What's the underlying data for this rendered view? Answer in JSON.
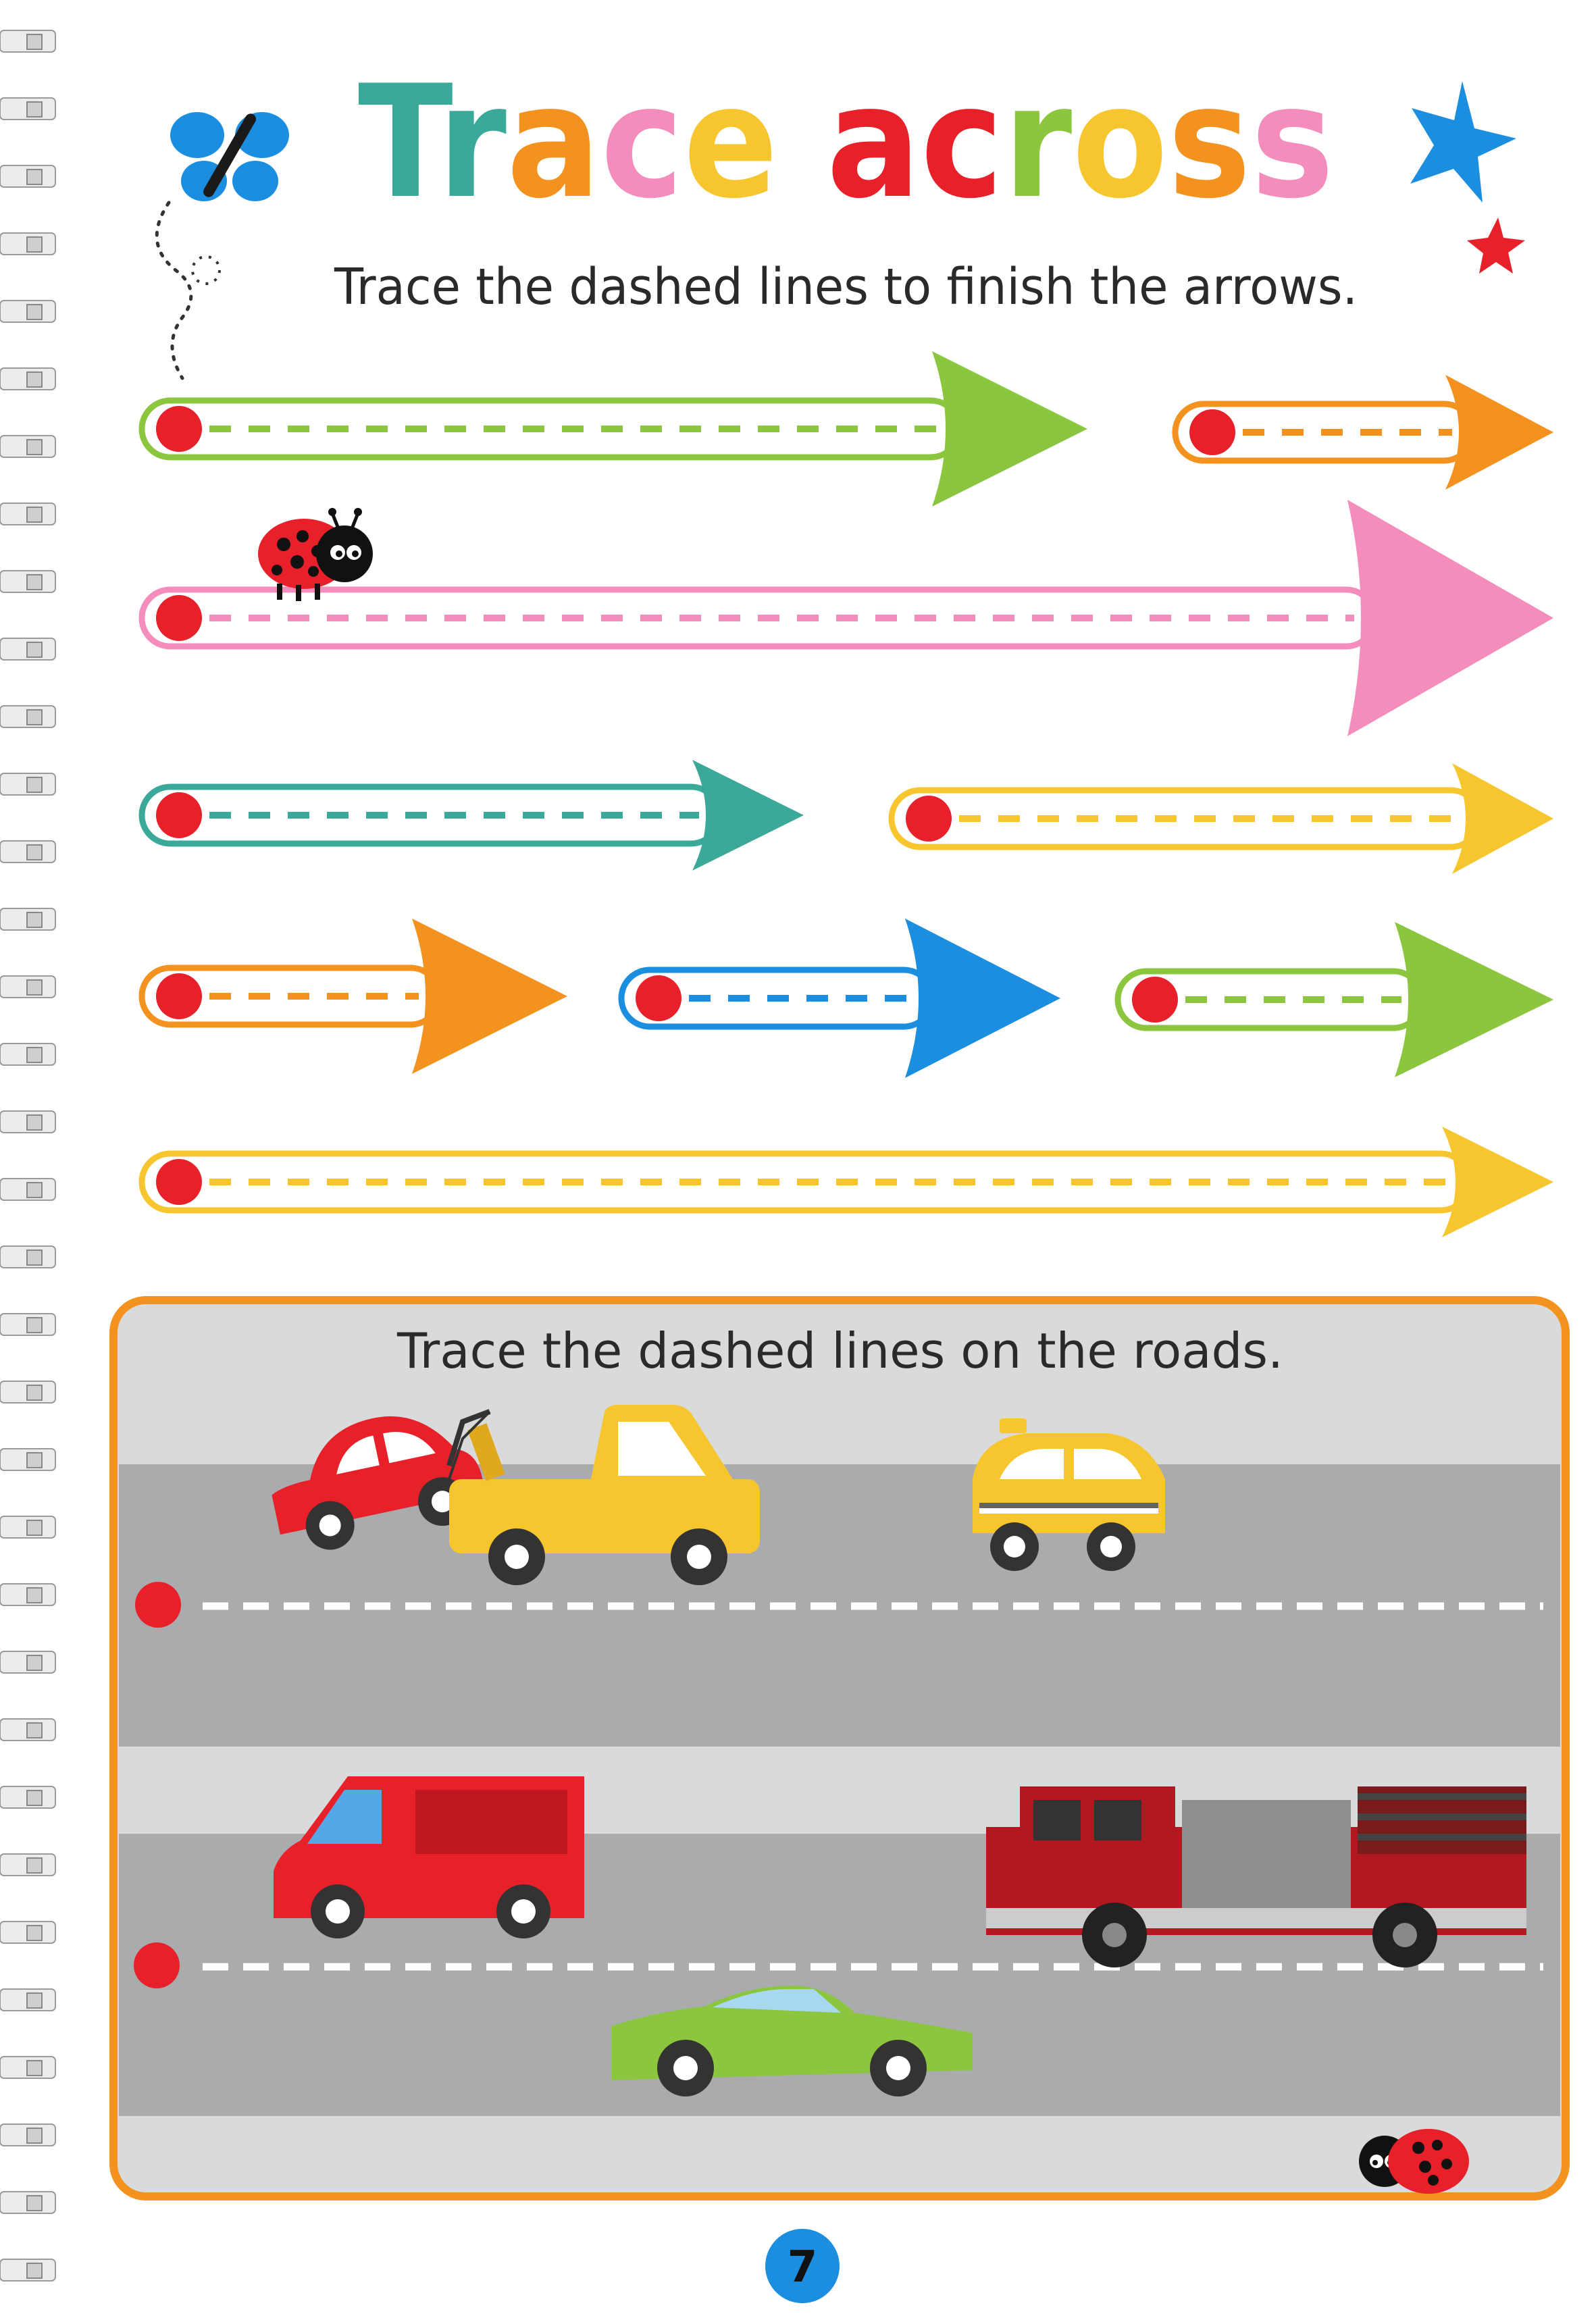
{
  "page": {
    "title_letters": [
      {
        "char": "T",
        "color": "#3aa99a"
      },
      {
        "char": "r",
        "color": "#3aa99a"
      },
      {
        "char": "a",
        "color": "#f3921e"
      },
      {
        "char": "c",
        "color": "#f48cbc"
      },
      {
        "char": "e",
        "color": "#f7c62e"
      },
      {
        "char": " ",
        "color": "#ffffff"
      },
      {
        "char": "a",
        "color": "#e8202a"
      },
      {
        "char": "c",
        "color": "#e8202a"
      },
      {
        "char": "r",
        "color": "#8cc63f"
      },
      {
        "char": "o",
        "color": "#f7c62e"
      },
      {
        "char": "s",
        "color": "#f3921e"
      },
      {
        "char": "s",
        "color": "#f48cbc"
      }
    ],
    "instruction_arrows": "Trace the dashed lines to finish the arrows.",
    "instruction_roads": "Trace the dashed lines on the roads.",
    "page_number": "7",
    "arrows": [
      {
        "color": "#8cc63f",
        "label": "green-long"
      },
      {
        "color": "#f3921e",
        "label": "orange-short"
      },
      {
        "color": "#f48cbc",
        "label": "pink-long"
      },
      {
        "color": "#3aa99a",
        "label": "teal"
      },
      {
        "color": "#f7c62e",
        "label": "yellow"
      },
      {
        "color": "#f3921e",
        "label": "orange"
      },
      {
        "color": "#1b8ee0",
        "label": "blue"
      },
      {
        "color": "#8cc63f",
        "label": "green"
      },
      {
        "color": "#f7c62e",
        "label": "yellow-long"
      }
    ],
    "colors": {
      "start_dot": "#e8202a",
      "road_frame": "#f3921e",
      "road": "#a9abad",
      "road_shoulder": "#d9dadb",
      "page_badge": "#1b8ee0",
      "butterfly": "#1b8ee0",
      "star_blue": "#1b8ee0",
      "star_red": "#e8202a"
    },
    "icons": [
      "butterfly-icon",
      "blue-star-icon",
      "red-star-icon",
      "ladybug-icon",
      "red-car-icon",
      "tow-truck-icon",
      "taxi-icon",
      "red-van-icon",
      "fire-truck-icon",
      "green-sports-car-icon"
    ]
  }
}
